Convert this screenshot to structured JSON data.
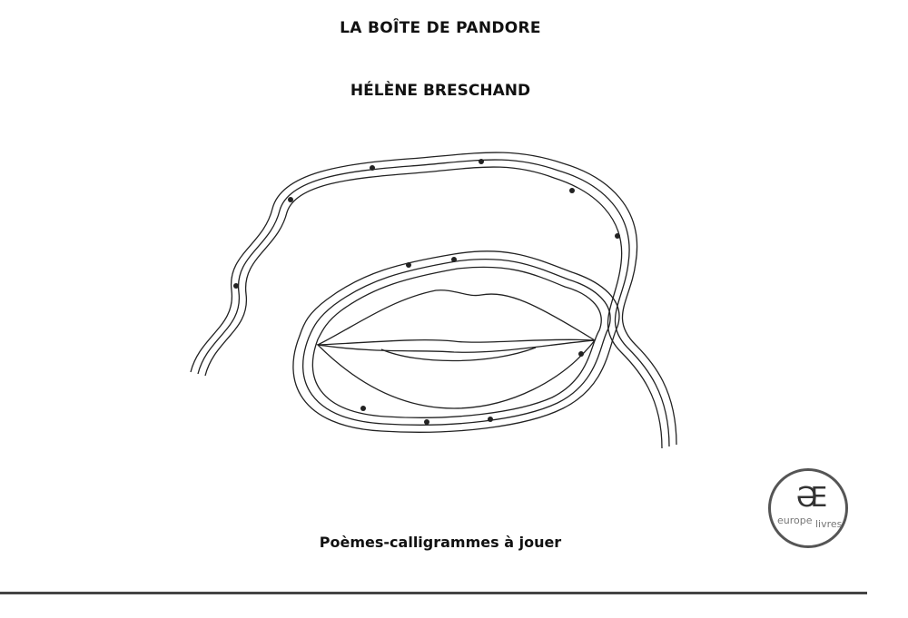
{
  "cover": {
    "title": "LA BOÎTE DE PANDORE",
    "author": "HÉLÈNE BRESCHAND",
    "subtitle": "Poèmes-calligrammes à jouer"
  },
  "logo": {
    "mark": "ƏE",
    "word_left": "europe",
    "word_right": "livres"
  }
}
